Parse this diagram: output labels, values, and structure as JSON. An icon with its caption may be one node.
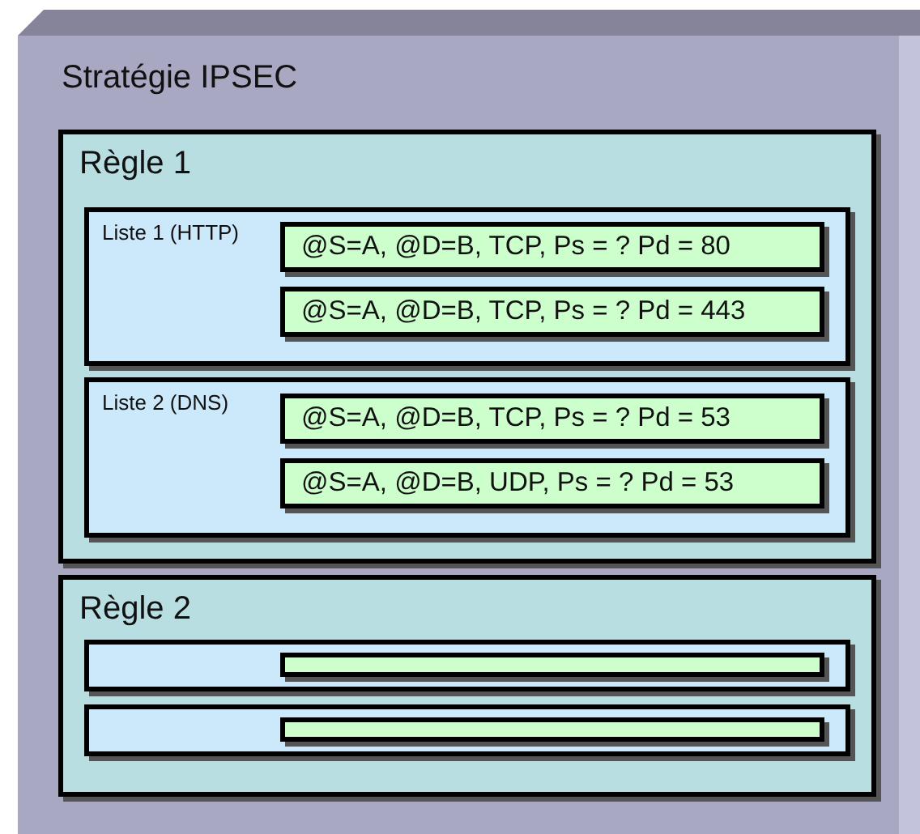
{
  "diagram": {
    "nodes": [
      {
        "text": [
          "Stratégie IPSEC"
        ]
      },
      {
        "text": [
          "Règle 1"
        ],
        "in": 0
      },
      {
        "text": [
          "Liste 1 (HTTP)"
        ],
        "in": 1
      },
      {
        "text": [
          "@S=A, @D=B, TCP, Ps = ? Pd = 80"
        ],
        "in": 2
      },
      {
        "text": [
          "@S=A, @D=B, TCP, Ps = ? Pd = 443"
        ],
        "in": 2
      },
      {
        "text": [
          "Liste 2 (DNS)"
        ],
        "in": 1
      },
      {
        "text": [
          "@S=A, @D=B, TCP, Ps = ? Pd = 53"
        ],
        "in": 5
      },
      {
        "text": [
          "@S=A, @D=B, UDP, Ps = ? Pd = 53"
        ],
        "in": 5
      },
      {
        "text": [
          "Règle 2"
        ],
        "in": 0
      },
      {
        "text": [],
        "shape": "bar",
        "in": 8
      },
      {
        "text": [],
        "shape": "bar",
        "in": 9
      },
      {
        "text": [],
        "shape": "bar",
        "in": 8
      },
      {
        "text": [],
        "shape": "bar",
        "in": 11
      }
    ]
  }
}
